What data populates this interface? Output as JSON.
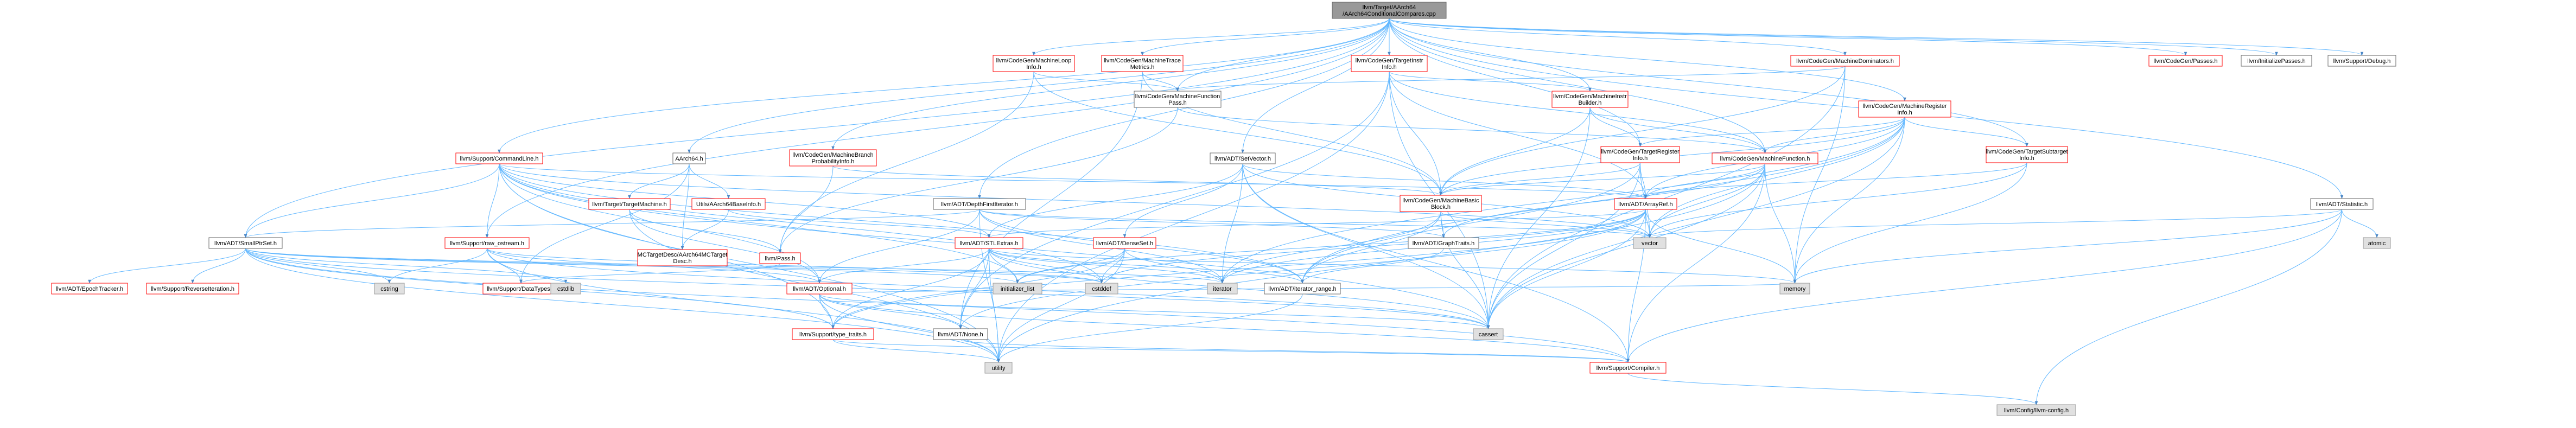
{
  "diagram": {
    "colors": {
      "edge": "#63b8ff",
      "edge_dark": "#4a86c5",
      "node_border_red": "#ff0000",
      "node_border_dark": "#666666",
      "node_fill": "#ffffff",
      "node_fill_root": "#999999",
      "node_fill_system": "#e0e0e0",
      "text_red": "#cc0000",
      "text_dark": "#000000"
    },
    "nodes": [
      {
        "id": "root",
        "lines": [
          "llvm/Target/AArch64",
          "/AArch64ConditionalCompares.cpp"
        ],
        "style": "root"
      },
      {
        "id": "MachineLoopInfo",
        "lines": [
          "llvm/CodeGen/MachineLoop",
          "Info.h"
        ],
        "style": "red"
      },
      {
        "id": "MachineTraceMetrics",
        "lines": [
          "llvm/CodeGen/MachineTrace",
          "Metrics.h"
        ],
        "style": "red"
      },
      {
        "id": "TargetInstrInfo",
        "lines": [
          "llvm/CodeGen/TargetInstr",
          "Info.h"
        ],
        "style": "red"
      },
      {
        "id": "MachineDominators",
        "lines": [
          "llvm/CodeGen/MachineDominators.h"
        ],
        "style": "red"
      },
      {
        "id": "Passes",
        "lines": [
          "llvm/CodeGen/Passes.h"
        ],
        "style": "red"
      },
      {
        "id": "InitializePasses",
        "lines": [
          "llvm/InitializePasses.h"
        ],
        "style": "plain"
      },
      {
        "id": "Debug",
        "lines": [
          "llvm/Support/Debug.h"
        ],
        "style": "plain"
      },
      {
        "id": "MachineFunctionPass",
        "lines": [
          "llvm/CodeGen/MachineFunction",
          "Pass.h"
        ],
        "style": "plain"
      },
      {
        "id": "MachineInstrBuilder",
        "lines": [
          "llvm/CodeGen/MachineInstr",
          "Builder.h"
        ],
        "style": "red"
      },
      {
        "id": "MachineRegisterInfo",
        "lines": [
          "llvm/CodeGen/MachineRegister",
          "Info.h"
        ],
        "style": "red"
      },
      {
        "id": "CommandLine",
        "lines": [
          "llvm/Support/CommandLine.h"
        ],
        "style": "red"
      },
      {
        "id": "AArch64",
        "lines": [
          "AArch64.h"
        ],
        "style": "plain"
      },
      {
        "id": "MachineBranchProb",
        "lines": [
          "llvm/CodeGen/MachineBranch",
          "ProbabilityInfo.h"
        ],
        "style": "red"
      },
      {
        "id": "SetVector",
        "lines": [
          "llvm/ADT/SetVector.h"
        ],
        "style": "plain"
      },
      {
        "id": "TargetRegisterInfo",
        "lines": [
          "llvm/CodeGen/TargetRegister",
          "Info.h"
        ],
        "style": "red"
      },
      {
        "id": "MachineFunction",
        "lines": [
          "llvm/CodeGen/MachineFunction.h"
        ],
        "style": "red"
      },
      {
        "id": "TargetSubtargetInfo",
        "lines": [
          "llvm/CodeGen/TargetSubtarget",
          "Info.h"
        ],
        "style": "red"
      },
      {
        "id": "Statistic",
        "lines": [
          "llvm/ADT/Statistic.h"
        ],
        "style": "plain"
      },
      {
        "id": "TargetMachine",
        "lines": [
          "llvm/Target/TargetMachine.h"
        ],
        "style": "red"
      },
      {
        "id": "AArch64BaseInfo",
        "lines": [
          "Utils/AArch64BaseInfo.h"
        ],
        "style": "red"
      },
      {
        "id": "DepthFirstIterator",
        "lines": [
          "llvm/ADT/DepthFirstIterator.h"
        ],
        "style": "plain"
      },
      {
        "id": "MachineBasicBlock",
        "lines": [
          "llvm/CodeGen/MachineBasic",
          "Block.h"
        ],
        "style": "red"
      },
      {
        "id": "ArrayRef",
        "lines": [
          "llvm/ADT/ArrayRef.h"
        ],
        "style": "red"
      },
      {
        "id": "atomic",
        "lines": [
          "atomic"
        ],
        "style": "system"
      },
      {
        "id": "SmallPtrSet",
        "lines": [
          "llvm/ADT/SmallPtrSet.h"
        ],
        "style": "plain"
      },
      {
        "id": "raw_ostream",
        "lines": [
          "llvm/Support/raw_ostream.h"
        ],
        "style": "red"
      },
      {
        "id": "AArch64MCTargetDesc",
        "lines": [
          "MCTargetDesc/AArch64MCTarget",
          "Desc.h"
        ],
        "style": "red"
      },
      {
        "id": "Pass",
        "lines": [
          "llvm/Pass.h"
        ],
        "style": "red"
      },
      {
        "id": "STLExtras",
        "lines": [
          "llvm/ADT/STLExtras.h"
        ],
        "style": "red"
      },
      {
        "id": "DenseSet",
        "lines": [
          "llvm/ADT/DenseSet.h"
        ],
        "style": "red"
      },
      {
        "id": "GraphTraits",
        "lines": [
          "llvm/ADT/GraphTraits.h"
        ],
        "style": "plain"
      },
      {
        "id": "vector",
        "lines": [
          "vector"
        ],
        "style": "system"
      },
      {
        "id": "EpochTracker",
        "lines": [
          "llvm/ADT/EpochTracker.h"
        ],
        "style": "red"
      },
      {
        "id": "ReverseIteration",
        "lines": [
          "llvm/Support/ReverseIteration.h"
        ],
        "style": "red"
      },
      {
        "id": "cstring",
        "lines": [
          "cstring"
        ],
        "style": "system"
      },
      {
        "id": "DataTypes",
        "lines": [
          "llvm/Support/DataTypes.h"
        ],
        "style": "red"
      },
      {
        "id": "cstdlib",
        "lines": [
          "cstdlib"
        ],
        "style": "system"
      },
      {
        "id": "Optional",
        "lines": [
          "llvm/ADT/Optional.h"
        ],
        "style": "red"
      },
      {
        "id": "initializer_list",
        "lines": [
          "initializer_list"
        ],
        "style": "system"
      },
      {
        "id": "cstddef",
        "lines": [
          "cstddef"
        ],
        "style": "system"
      },
      {
        "id": "iterator",
        "lines": [
          "iterator"
        ],
        "style": "system"
      },
      {
        "id": "iterator_range",
        "lines": [
          "llvm/ADT/iterator_range.h"
        ],
        "style": "plain"
      },
      {
        "id": "memory",
        "lines": [
          "memory"
        ],
        "style": "system"
      },
      {
        "id": "type_traits",
        "lines": [
          "llvm/Support/type_traits.h"
        ],
        "style": "red"
      },
      {
        "id": "None",
        "lines": [
          "llvm/ADT/None.h"
        ],
        "style": "plain"
      },
      {
        "id": "cassert",
        "lines": [
          "cassert"
        ],
        "style": "system"
      },
      {
        "id": "utility",
        "lines": [
          "utility"
        ],
        "style": "system"
      },
      {
        "id": "Compiler",
        "lines": [
          "llvm/Support/Compiler.h"
        ],
        "style": "red"
      },
      {
        "id": "llvm_config",
        "lines": [
          "llvm/Config/llvm-config.h"
        ],
        "style": "system"
      }
    ],
    "edges": [
      [
        "root",
        "MachineLoopInfo"
      ],
      [
        "root",
        "MachineTraceMetrics"
      ],
      [
        "root",
        "TargetInstrInfo"
      ],
      [
        "root",
        "MachineDominators"
      ],
      [
        "root",
        "Passes"
      ],
      [
        "root",
        "InitializePasses"
      ],
      [
        "root",
        "Debug"
      ],
      [
        "root",
        "MachineFunctionPass"
      ],
      [
        "root",
        "MachineInstrBuilder"
      ],
      [
        "root",
        "MachineRegisterInfo"
      ],
      [
        "root",
        "CommandLine"
      ],
      [
        "root",
        "AArch64"
      ],
      [
        "root",
        "MachineBranchProb"
      ],
      [
        "root",
        "SetVector"
      ],
      [
        "root",
        "TargetRegisterInfo"
      ],
      [
        "root",
        "MachineFunction"
      ],
      [
        "root",
        "TargetSubtargetInfo"
      ],
      [
        "root",
        "Statistic"
      ],
      [
        "root",
        "SmallPtrSet"
      ],
      [
        "root",
        "DepthFirstIterator"
      ],
      [
        "root",
        "raw_ostream"
      ],
      [
        "MachineLoopInfo",
        "MachineFunctionPass"
      ],
      [
        "MachineLoopInfo",
        "MachineBasicBlock"
      ],
      [
        "MachineLoopInfo",
        "Pass"
      ],
      [
        "MachineTraceMetrics",
        "MachineFunctionPass"
      ],
      [
        "MachineTraceMetrics",
        "MachineBasicBlock"
      ],
      [
        "MachineTraceMetrics",
        "None"
      ],
      [
        "TargetInstrInfo",
        "MachineInstrBuilder"
      ],
      [
        "TargetInstrInfo",
        "MachineBasicBlock"
      ],
      [
        "TargetInstrInfo",
        "ArrayRef"
      ],
      [
        "TargetInstrInfo",
        "MachineFunction"
      ],
      [
        "TargetInstrInfo",
        "cassert"
      ],
      [
        "TargetInstrInfo",
        "utility"
      ],
      [
        "TargetInstrInfo",
        "None"
      ],
      [
        "MachineDominators",
        "MachineFunctionPass"
      ],
      [
        "MachineDominators",
        "MachineBasicBlock"
      ],
      [
        "MachineDominators",
        "cassert"
      ],
      [
        "MachineDominators",
        "memory"
      ],
      [
        "MachineFunctionPass",
        "Pass"
      ],
      [
        "MachineFunctionPass",
        "MachineFunction"
      ],
      [
        "MachineInstrBuilder",
        "MachineFunction"
      ],
      [
        "MachineInstrBuilder",
        "MachineBasicBlock"
      ],
      [
        "MachineInstrBuilder",
        "TargetRegisterInfo"
      ],
      [
        "MachineInstrBuilder",
        "cassert"
      ],
      [
        "MachineRegisterInfo",
        "MachineBasicBlock"
      ],
      [
        "MachineRegisterInfo",
        "MachineFunction"
      ],
      [
        "MachineRegisterInfo",
        "TargetRegisterInfo"
      ],
      [
        "MachineRegisterInfo",
        "TargetSubtargetInfo"
      ],
      [
        "MachineRegisterInfo",
        "ArrayRef"
      ],
      [
        "MachineRegisterInfo",
        "iterator_range"
      ],
      [
        "MachineRegisterInfo",
        "vector"
      ],
      [
        "MachineRegisterInfo",
        "memory"
      ],
      [
        "MachineRegisterInfo",
        "cassert"
      ],
      [
        "MachineRegisterInfo",
        "iterator"
      ],
      [
        "CommandLine",
        "SmallPtrSet"
      ],
      [
        "CommandLine",
        "STLExtras"
      ],
      [
        "CommandLine",
        "raw_ostream"
      ],
      [
        "CommandLine",
        "ArrayRef"
      ],
      [
        "CommandLine",
        "Optional"
      ],
      [
        "CommandLine",
        "iterator_range"
      ],
      [
        "CommandLine",
        "cassert"
      ],
      [
        "CommandLine",
        "vector"
      ],
      [
        "CommandLine",
        "utility"
      ],
      [
        "CommandLine",
        "initializer_list"
      ],
      [
        "CommandLine",
        "cstddef"
      ],
      [
        "CommandLine",
        "type_traits"
      ],
      [
        "AArch64",
        "TargetMachine"
      ],
      [
        "AArch64",
        "AArch64BaseInfo"
      ],
      [
        "AArch64",
        "AArch64MCTargetDesc"
      ],
      [
        "AArch64",
        "DataTypes"
      ],
      [
        "MachineBranchProb",
        "Pass"
      ],
      [
        "MachineBranchProb",
        "MachineBasicBlock"
      ],
      [
        "SetVector",
        "ArrayRef"
      ],
      [
        "SetVector",
        "DenseSet"
      ],
      [
        "SetVector",
        "STLExtras"
      ],
      [
        "SetVector",
        "Compiler"
      ],
      [
        "SetVector",
        "cassert"
      ],
      [
        "SetVector",
        "iterator"
      ],
      [
        "SetVector",
        "vector"
      ],
      [
        "TargetRegisterInfo",
        "ArrayRef"
      ],
      [
        "TargetRegisterInfo",
        "MachineBasicBlock"
      ],
      [
        "TargetRegisterInfo",
        "iterator_range"
      ],
      [
        "TargetRegisterInfo",
        "cassert"
      ],
      [
        "TargetRegisterInfo",
        "cstdint"
      ],
      [
        "TargetRegisterInfo",
        "vector"
      ],
      [
        "MachineFunction",
        "ArrayRef"
      ],
      [
        "MachineFunction",
        "MachineBasicBlock"
      ],
      [
        "MachineFunction",
        "GraphTraits"
      ],
      [
        "MachineFunction",
        "Compiler"
      ],
      [
        "MachineFunction",
        "cassert"
      ],
      [
        "MachineFunction",
        "memory"
      ],
      [
        "MachineFunction",
        "utility"
      ],
      [
        "MachineFunction",
        "vector"
      ],
      [
        "TargetSubtargetInfo",
        "ArrayRef"
      ],
      [
        "TargetSubtargetInfo",
        "memory"
      ],
      [
        "TargetSubtargetInfo",
        "vector"
      ],
      [
        "Statistic",
        "atomic"
      ],
      [
        "Statistic",
        "memory"
      ],
      [
        "Statistic",
        "vector"
      ],
      [
        "Statistic",
        "Compiler"
      ],
      [
        "Statistic",
        "llvm_config"
      ],
      [
        "TargetMachine",
        "Optional"
      ],
      [
        "TargetMachine",
        "Pass"
      ],
      [
        "TargetMachine",
        "utility"
      ],
      [
        "AArch64BaseInfo",
        "STLExtras"
      ],
      [
        "AArch64BaseInfo",
        "AArch64MCTargetDesc"
      ],
      [
        "DepthFirstIterator",
        "SmallPtrSet"
      ],
      [
        "DepthFirstIterator",
        "GraphTraits"
      ],
      [
        "DepthFirstIterator",
        "iterator_range"
      ],
      [
        "DepthFirstIterator",
        "Optional"
      ],
      [
        "DepthFirstIterator",
        "iterator"
      ],
      [
        "DepthFirstIterator",
        "utility"
      ],
      [
        "DepthFirstIterator",
        "vector"
      ],
      [
        "MachineBasicBlock",
        "GraphTraits"
      ],
      [
        "MachineBasicBlock",
        "iterator_range"
      ],
      [
        "MachineBasicBlock",
        "cassert"
      ],
      [
        "MachineBasicBlock",
        "iterator"
      ],
      [
        "MachineBasicBlock",
        "vector"
      ],
      [
        "ArrayRef",
        "STLExtras"
      ],
      [
        "ArrayRef",
        "None"
      ],
      [
        "ArrayRef",
        "Compiler"
      ],
      [
        "ArrayRef",
        "cassert"
      ],
      [
        "ArrayRef",
        "cstddef"
      ],
      [
        "ArrayRef",
        "initializer_list"
      ],
      [
        "ArrayRef",
        "iterator"
      ],
      [
        "ArrayRef",
        "memory"
      ],
      [
        "ArrayRef",
        "type_traits"
      ],
      [
        "ArrayRef",
        "vector"
      ],
      [
        "SmallPtrSet",
        "EpochTracker"
      ],
      [
        "SmallPtrSet",
        "ReverseIteration"
      ],
      [
        "SmallPtrSet",
        "cstring"
      ],
      [
        "SmallPtrSet",
        "Compiler"
      ],
      [
        "SmallPtrSet",
        "type_traits"
      ],
      [
        "SmallPtrSet",
        "cassert"
      ],
      [
        "SmallPtrSet",
        "cstddef"
      ],
      [
        "SmallPtrSet",
        "cstdlib"
      ],
      [
        "SmallPtrSet",
        "initializer_list"
      ],
      [
        "SmallPtrSet",
        "iterator"
      ],
      [
        "SmallPtrSet",
        "utility"
      ],
      [
        "raw_ostream",
        "DataTypes"
      ],
      [
        "raw_ostream",
        "Optional"
      ],
      [
        "raw_ostream",
        "cassert"
      ],
      [
        "raw_ostream",
        "cstddef"
      ],
      [
        "raw_ostream",
        "cstring"
      ],
      [
        "raw_ostream",
        "utility"
      ],
      [
        "Pass",
        "DataTypes"
      ],
      [
        "STLExtras",
        "Optional"
      ],
      [
        "STLExtras",
        "iterator_range"
      ],
      [
        "STLExtras",
        "type_traits"
      ],
      [
        "STLExtras",
        "cassert"
      ],
      [
        "STLExtras",
        "cstddef"
      ],
      [
        "STLExtras",
        "initializer_list"
      ],
      [
        "STLExtras",
        "iterator"
      ],
      [
        "STLExtras",
        "memory"
      ],
      [
        "STLExtras",
        "utility"
      ],
      [
        "STLExtras",
        "None"
      ],
      [
        "DenseSet",
        "type_traits"
      ],
      [
        "DenseSet",
        "cstddef"
      ],
      [
        "DenseSet",
        "initializer_list"
      ],
      [
        "DenseSet",
        "iterator"
      ],
      [
        "DenseSet",
        "utility"
      ],
      [
        "GraphTraits",
        "iterator_range"
      ],
      [
        "Optional",
        "None"
      ],
      [
        "Optional",
        "type_traits"
      ],
      [
        "Optional",
        "cassert"
      ],
      [
        "Optional",
        "memory"
      ],
      [
        "Optional",
        "utility"
      ],
      [
        "Optional",
        "Compiler"
      ],
      [
        "iterator_range",
        "utility"
      ],
      [
        "type_traits",
        "utility"
      ],
      [
        "type_traits",
        "Compiler"
      ],
      [
        "None",
        "Compiler"
      ],
      [
        "Compiler",
        "llvm_config"
      ]
    ]
  }
}
